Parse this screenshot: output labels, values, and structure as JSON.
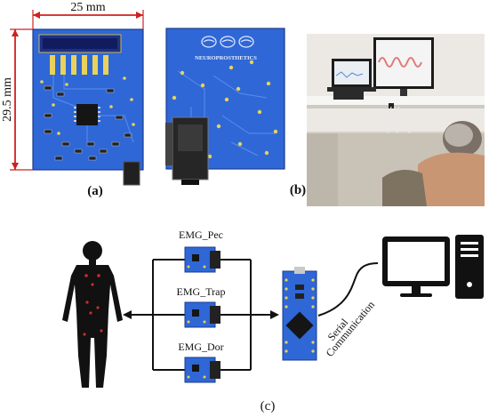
{
  "panel_a": {
    "width_label": "25 mm",
    "height_label": "29.5 mm",
    "caption": "(a)",
    "back_silk_text": "NEUROPROSTHETICS"
  },
  "panel_b": {
    "caption": "(b)"
  },
  "panel_c": {
    "caption": "(c)",
    "sensors": [
      "EMG_Pec",
      "EMG_Trap",
      "EMG_Dor"
    ],
    "link_label_line1": "Serial",
    "link_label_line2": "Communication"
  },
  "colors": {
    "pcb_blue": "#2f67d6",
    "pcb_dark": "#1f49a8",
    "dimension_red": "#d02020",
    "pad_yellow": "#e8d25a",
    "body_black": "#111111",
    "muscle_red": "#cc2b2b"
  }
}
